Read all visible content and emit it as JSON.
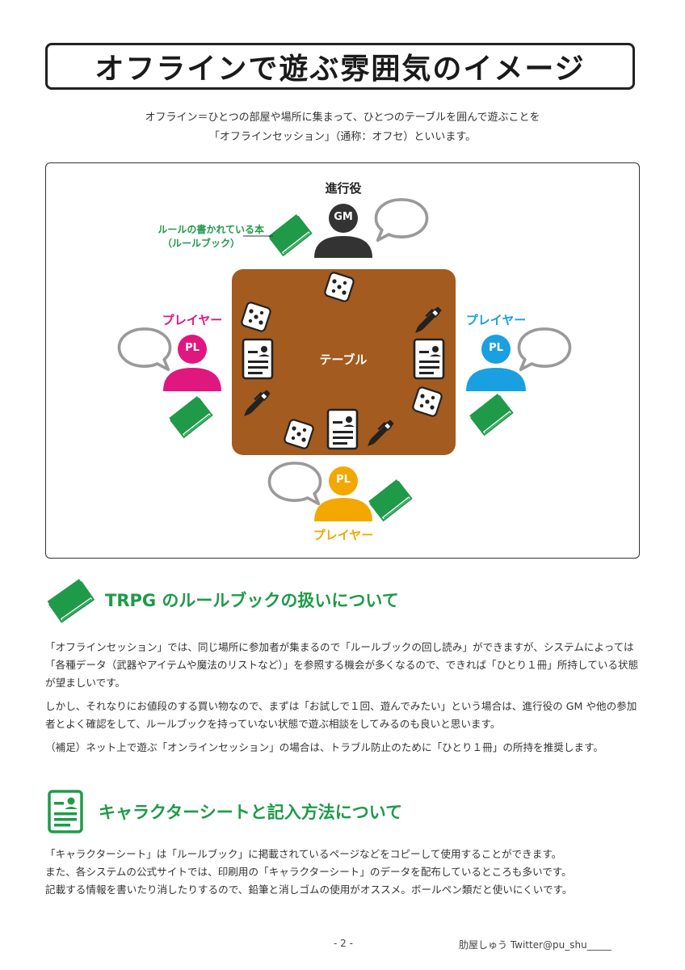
{
  "title": "オフラインで遊ぶ雰囲気のイメージ",
  "intro": {
    "line1": "オフライン＝ひとつの部屋や場所に集まって、ひとつのテーブルを囲んで遊ぶことを",
    "line2": "「オフラインセッション」（通称：オフセ）といいます。"
  },
  "diagram": {
    "gm_label": "進行役",
    "gm_badge": "GM",
    "rulebook_label_line1": "ルールの書かれている本",
    "rulebook_label_line2": "（ルールブック）",
    "table_label": "テーブル",
    "player_left_label": "プレイヤー",
    "player_right_label": "プレイヤー",
    "player_bottom_label": "プレイヤー",
    "pl_badge": "PL",
    "colors": {
      "table": "#a35b1f",
      "gm": "#333333",
      "player_left": "#e0177f",
      "player_right": "#1aa0e0",
      "player_bottom": "#f2a800",
      "book": "#1f9a49",
      "bubble": "#9a9a9a"
    }
  },
  "section1": {
    "heading": "TRPG のルールブックの扱いについて",
    "icon": "book-icon",
    "p1": "「オフラインセッション」では、同じ場所に参加者が集まるので「ルールブックの回し読み」ができますが、システムによっては「各種データ（武器やアイテムや魔法のリストなど）」を参照する機会が多くなるので、できれば「ひとり１冊」所持している状態が望ましいです。",
    "p2": "しかし、それなりにお値段のする買い物なので、まずは「お試しで１回、遊んでみたい」という場合は、進行役の GM や他の参加者とよく確認をして、ルールブックを持っていない状態で遊ぶ相談をしてみるのも良いと思います。",
    "p3": "（補足）ネット上で遊ぶ「オンラインセッション」の場合は、トラブル防止のために「ひとり１冊」の所持を推奨します。"
  },
  "section2": {
    "heading": "キャラクターシートと記入方法について",
    "icon": "character-sheet-icon",
    "line1": "「キャラクターシート」は「ルールブック」に掲載されているページなどをコピーして使用することができます。",
    "line2": "また、各システムの公式サイトでは、印刷用の「キャラクターシート」のデータを配布しているところも多いです。",
    "line3": "記載する情報を書いたり消したりするので、鉛筆と消しゴムの使用がオススメ。ボールペン類だと使いにくいです。"
  },
  "footer": {
    "page": "- 2 -",
    "author": "肋屋しゅう Twitter@pu_shu_____"
  }
}
